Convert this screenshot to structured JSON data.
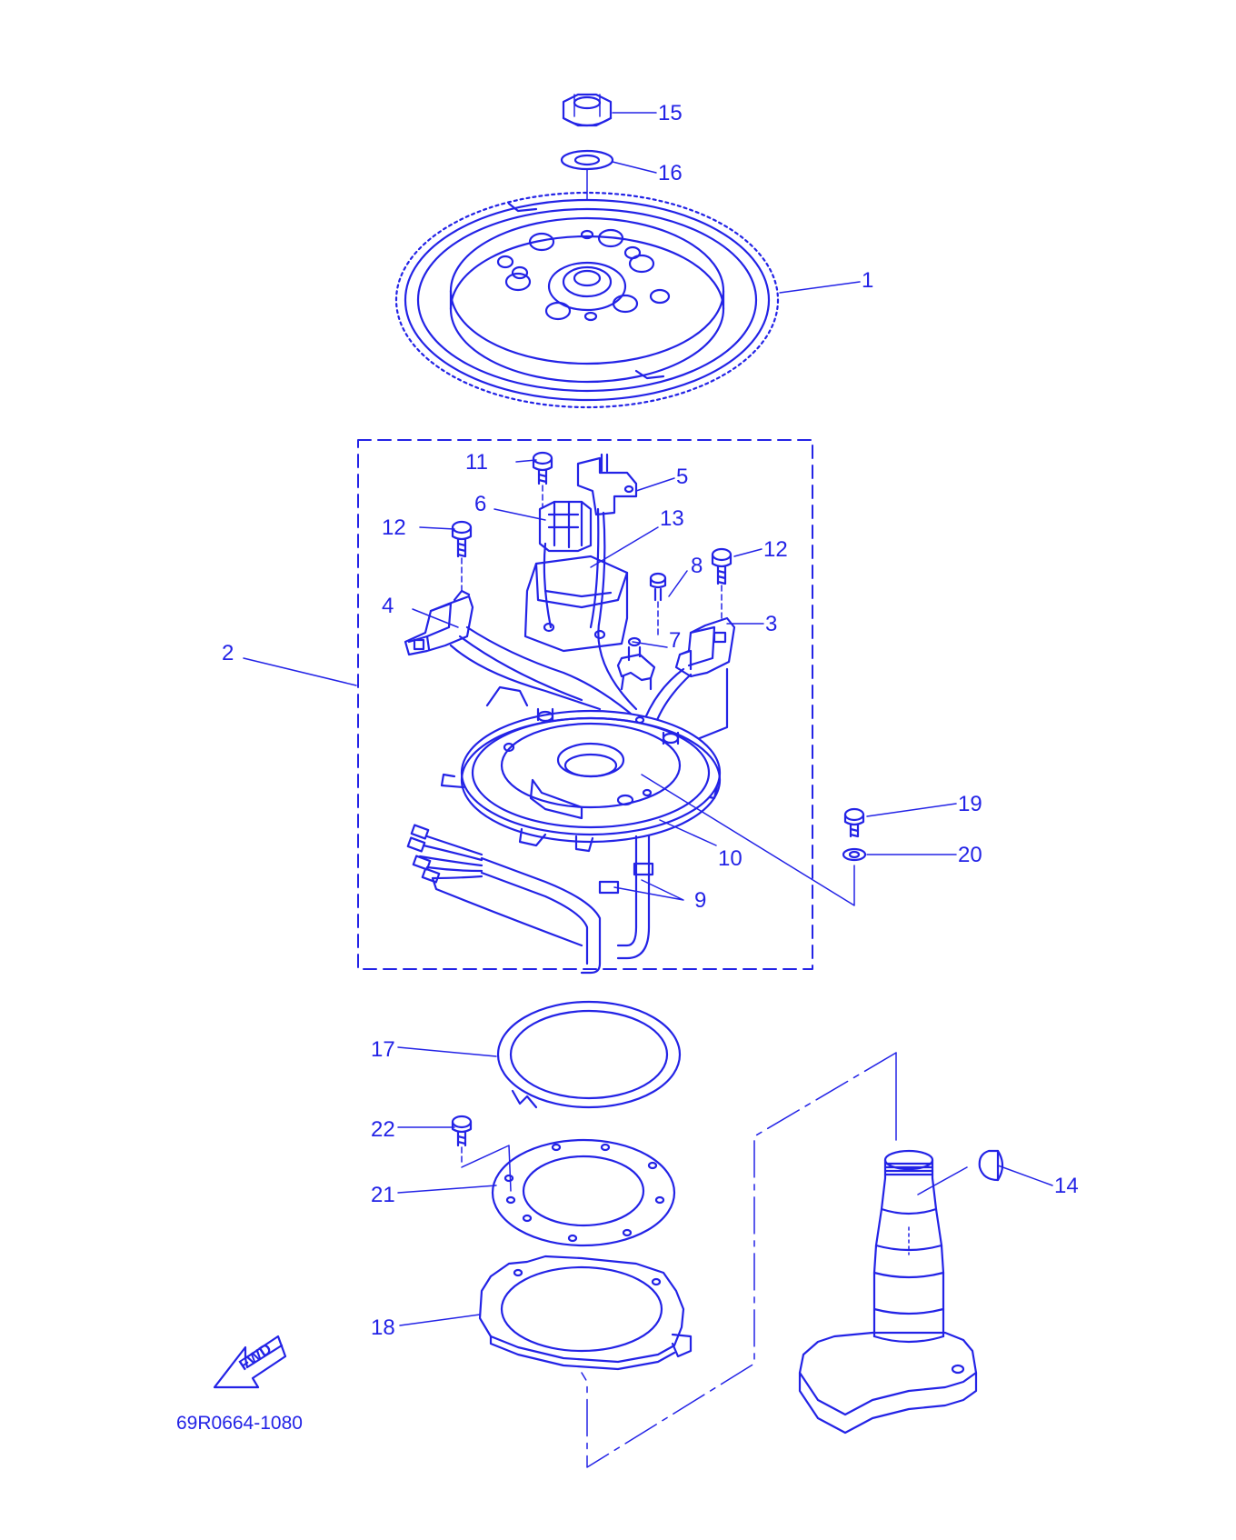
{
  "diagram": {
    "drawing_code": "69R0664-1080",
    "direction_marker": "FWD",
    "callouts": [
      "1",
      "2",
      "3",
      "4",
      "5",
      "6",
      "7",
      "8",
      "9",
      "10",
      "11",
      "12",
      "12",
      "13",
      "14",
      "15",
      "16",
      "17",
      "18",
      "19",
      "20",
      "21",
      "22"
    ]
  },
  "colors": {
    "line": "#2323e6",
    "background": "#ffffff"
  }
}
